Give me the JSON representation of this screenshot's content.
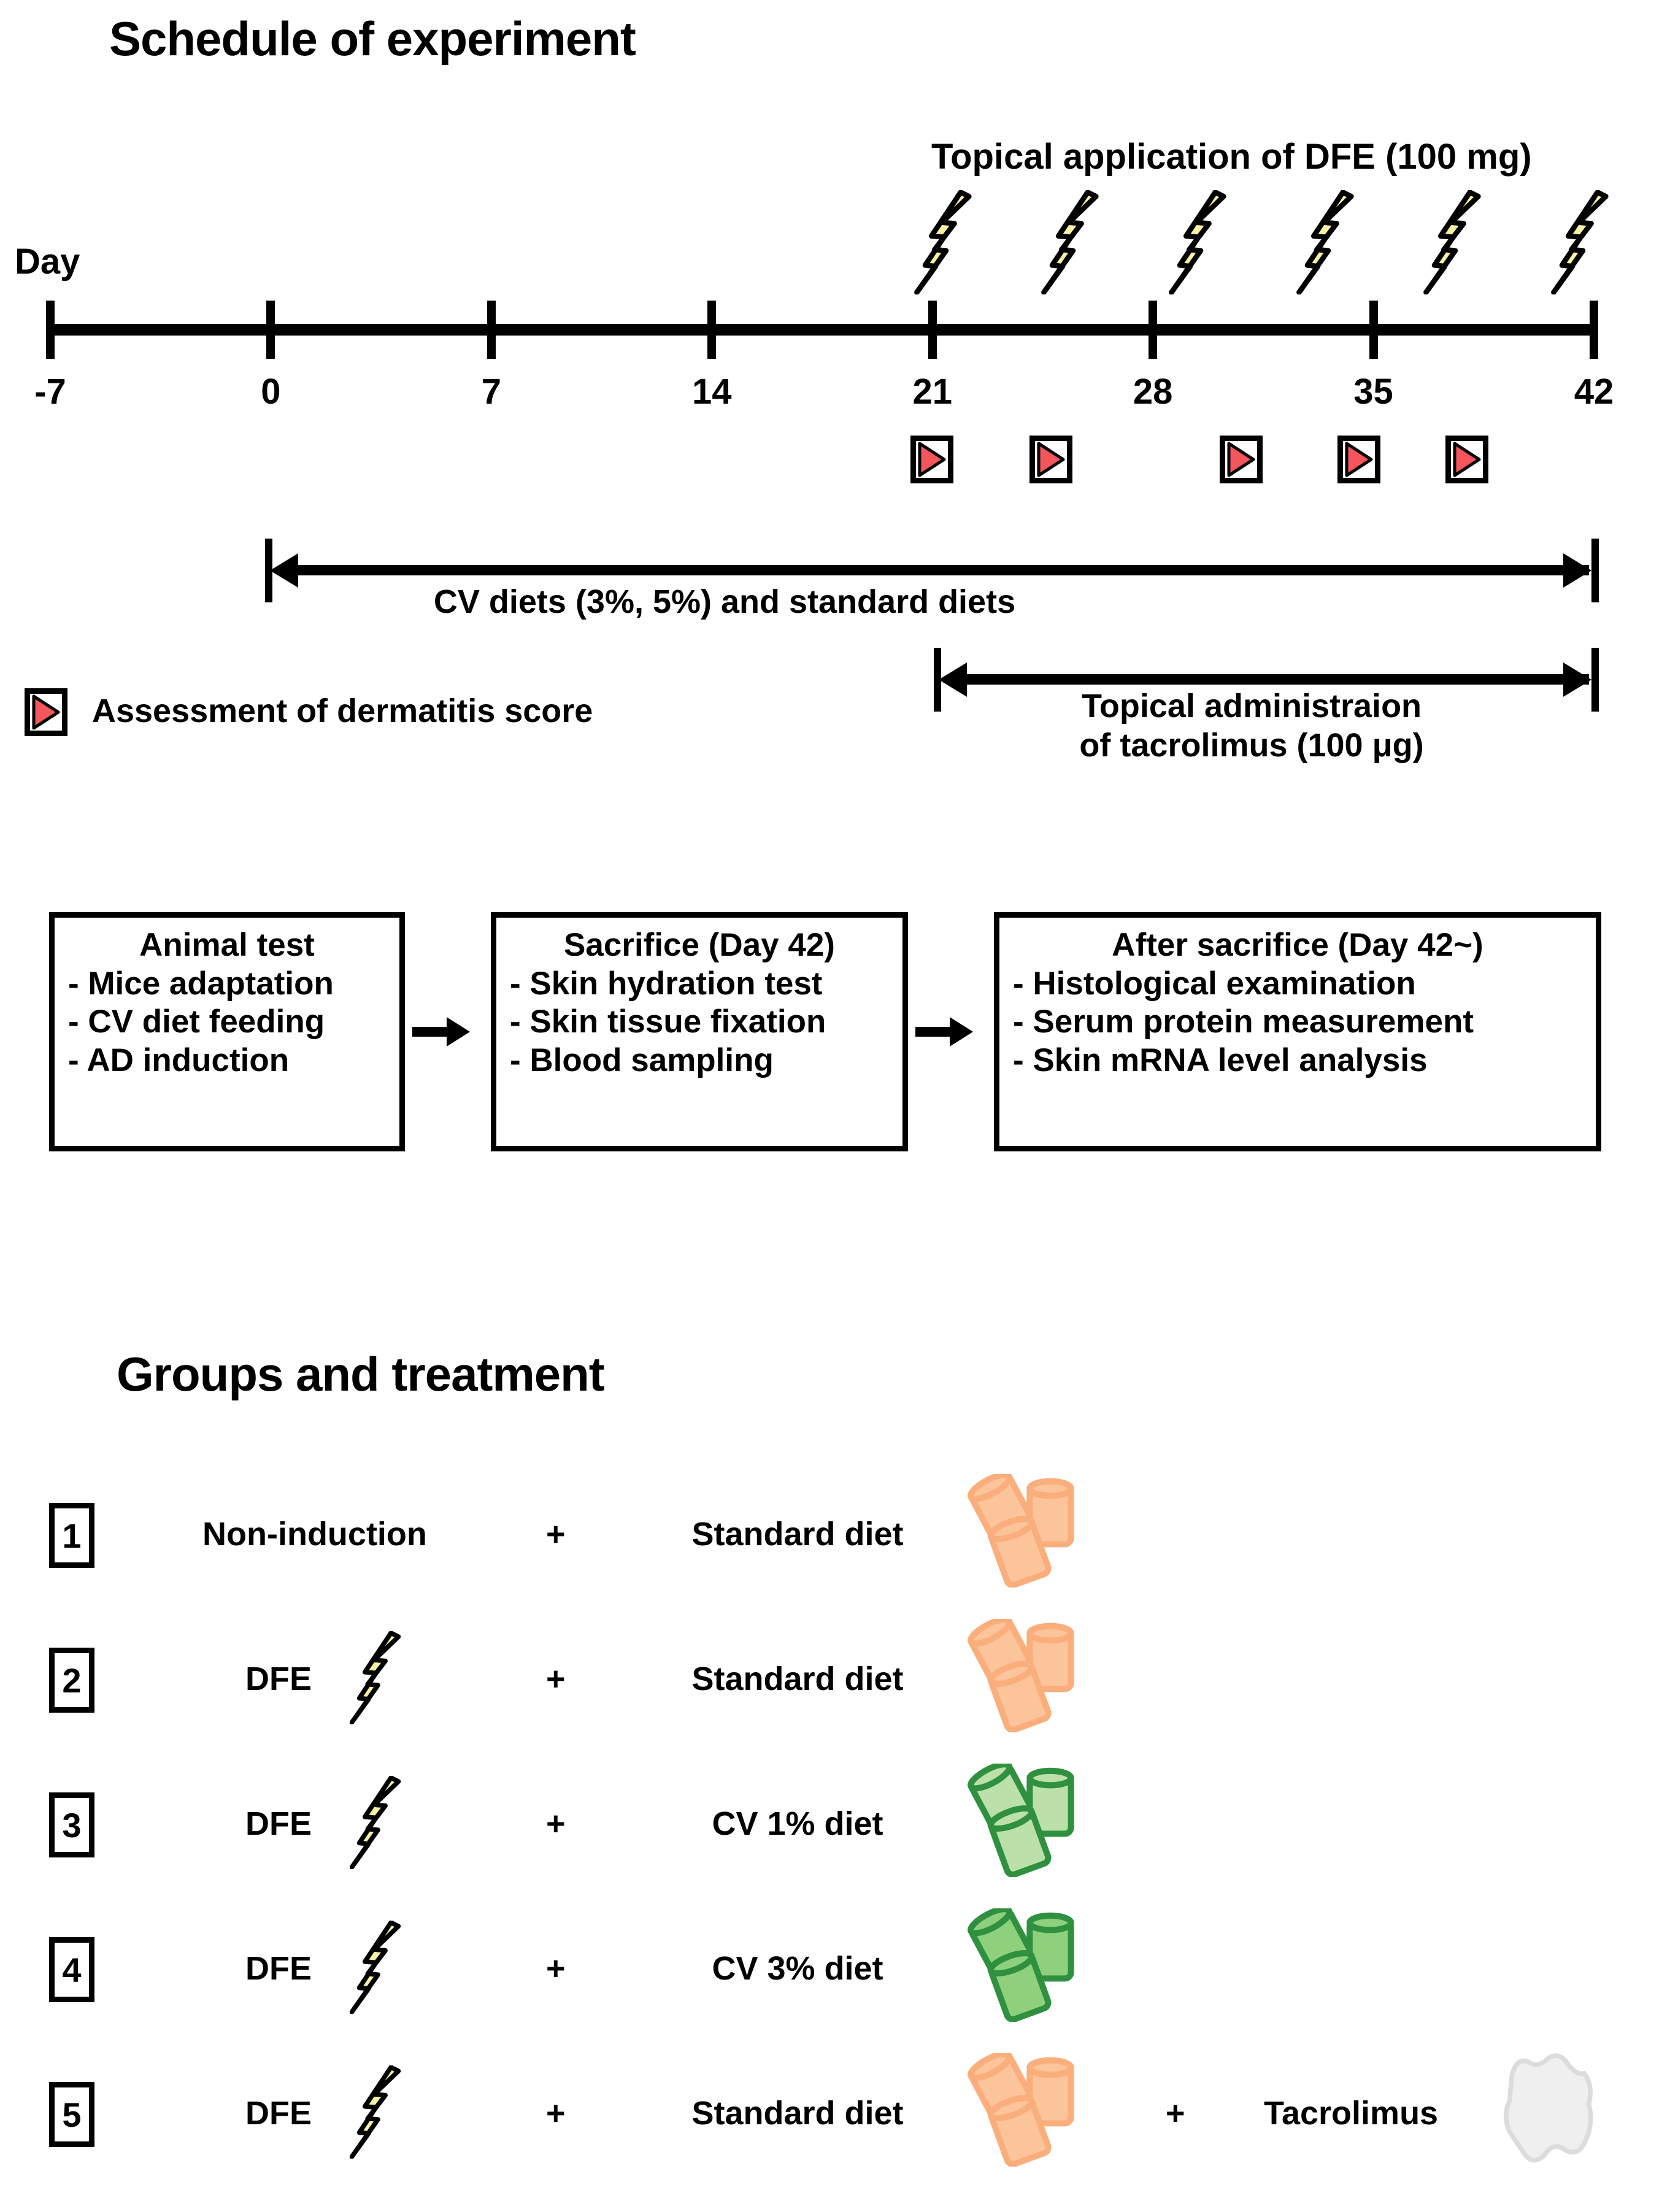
{
  "schedule": {
    "title": "Schedule of experiment",
    "dfe_caption": "Topical application of DFE (100 mg)",
    "day_label": "Day",
    "day_ticks": [
      "-7",
      "0",
      "7",
      "14",
      "21",
      "28",
      "35",
      "42"
    ],
    "dfe_bolt_count": 6,
    "score_marker_count": 5,
    "diet_range_text": "CV diets (3%, 5%) and standard diets",
    "tacrolimus_line1": "Topical administraion",
    "tacrolimus_line2": "of tacrolimus (100 μg)",
    "legend_text": "Assessment of dermatitis score"
  },
  "flow": {
    "boxes": [
      {
        "heading": "Animal test",
        "items": [
          "- Mice adaptation",
          "- CV diet feeding",
          "- AD induction"
        ]
      },
      {
        "heading": "Sacrifice (Day 42)",
        "items": [
          "- Skin hydration test",
          "- Skin tissue fixation",
          "- Blood sampling"
        ]
      },
      {
        "heading": "After sacrifice (Day 42~)",
        "items": [
          "- Histological examination",
          "- Serum protein measurement",
          "- Skin mRNA level analysis"
        ]
      }
    ]
  },
  "groups": {
    "title": "Groups and treatment",
    "plus_symbol": "+",
    "rows": [
      {
        "number": "1",
        "induction": "Non-induction",
        "has_bolt": false,
        "plus": "+",
        "diet": "Standard diet",
        "pellet_color": "orange",
        "extra_plus": "",
        "extra_label": ""
      },
      {
        "number": "2",
        "induction": "DFE",
        "has_bolt": true,
        "plus": "+",
        "diet": "Standard diet",
        "pellet_color": "orange",
        "extra_plus": "",
        "extra_label": ""
      },
      {
        "number": "3",
        "induction": "DFE",
        "has_bolt": true,
        "plus": "+",
        "diet": "CV 1% diet",
        "pellet_color": "light-green",
        "extra_plus": "",
        "extra_label": ""
      },
      {
        "number": "4",
        "induction": "DFE",
        "has_bolt": true,
        "plus": "+",
        "diet": "CV 3% diet",
        "pellet_color": "green",
        "extra_plus": "",
        "extra_label": ""
      },
      {
        "number": "5",
        "induction": "DFE",
        "has_bolt": true,
        "plus": "+",
        "diet": "Standard diet",
        "pellet_color": "orange",
        "extra_plus": "+",
        "extra_label": "Tacrolimus"
      }
    ]
  },
  "colors": {
    "bolt_fill": "#f6f1a4",
    "bolt_stroke": "#000000",
    "score_triangle": "#f4565c",
    "pellet_orange_fill": "#fbc49a",
    "pellet_orange_stroke": "#f9ae7c",
    "pellet_light_green_fill": "#bce0aa",
    "pellet_light_green_stroke": "#2f9140",
    "pellet_green_fill": "#8fd07c",
    "pellet_green_stroke": "#2f9140",
    "ointment_fill": "#efefef",
    "ointment_stroke": "#dcdcdc",
    "line": "#000000"
  }
}
